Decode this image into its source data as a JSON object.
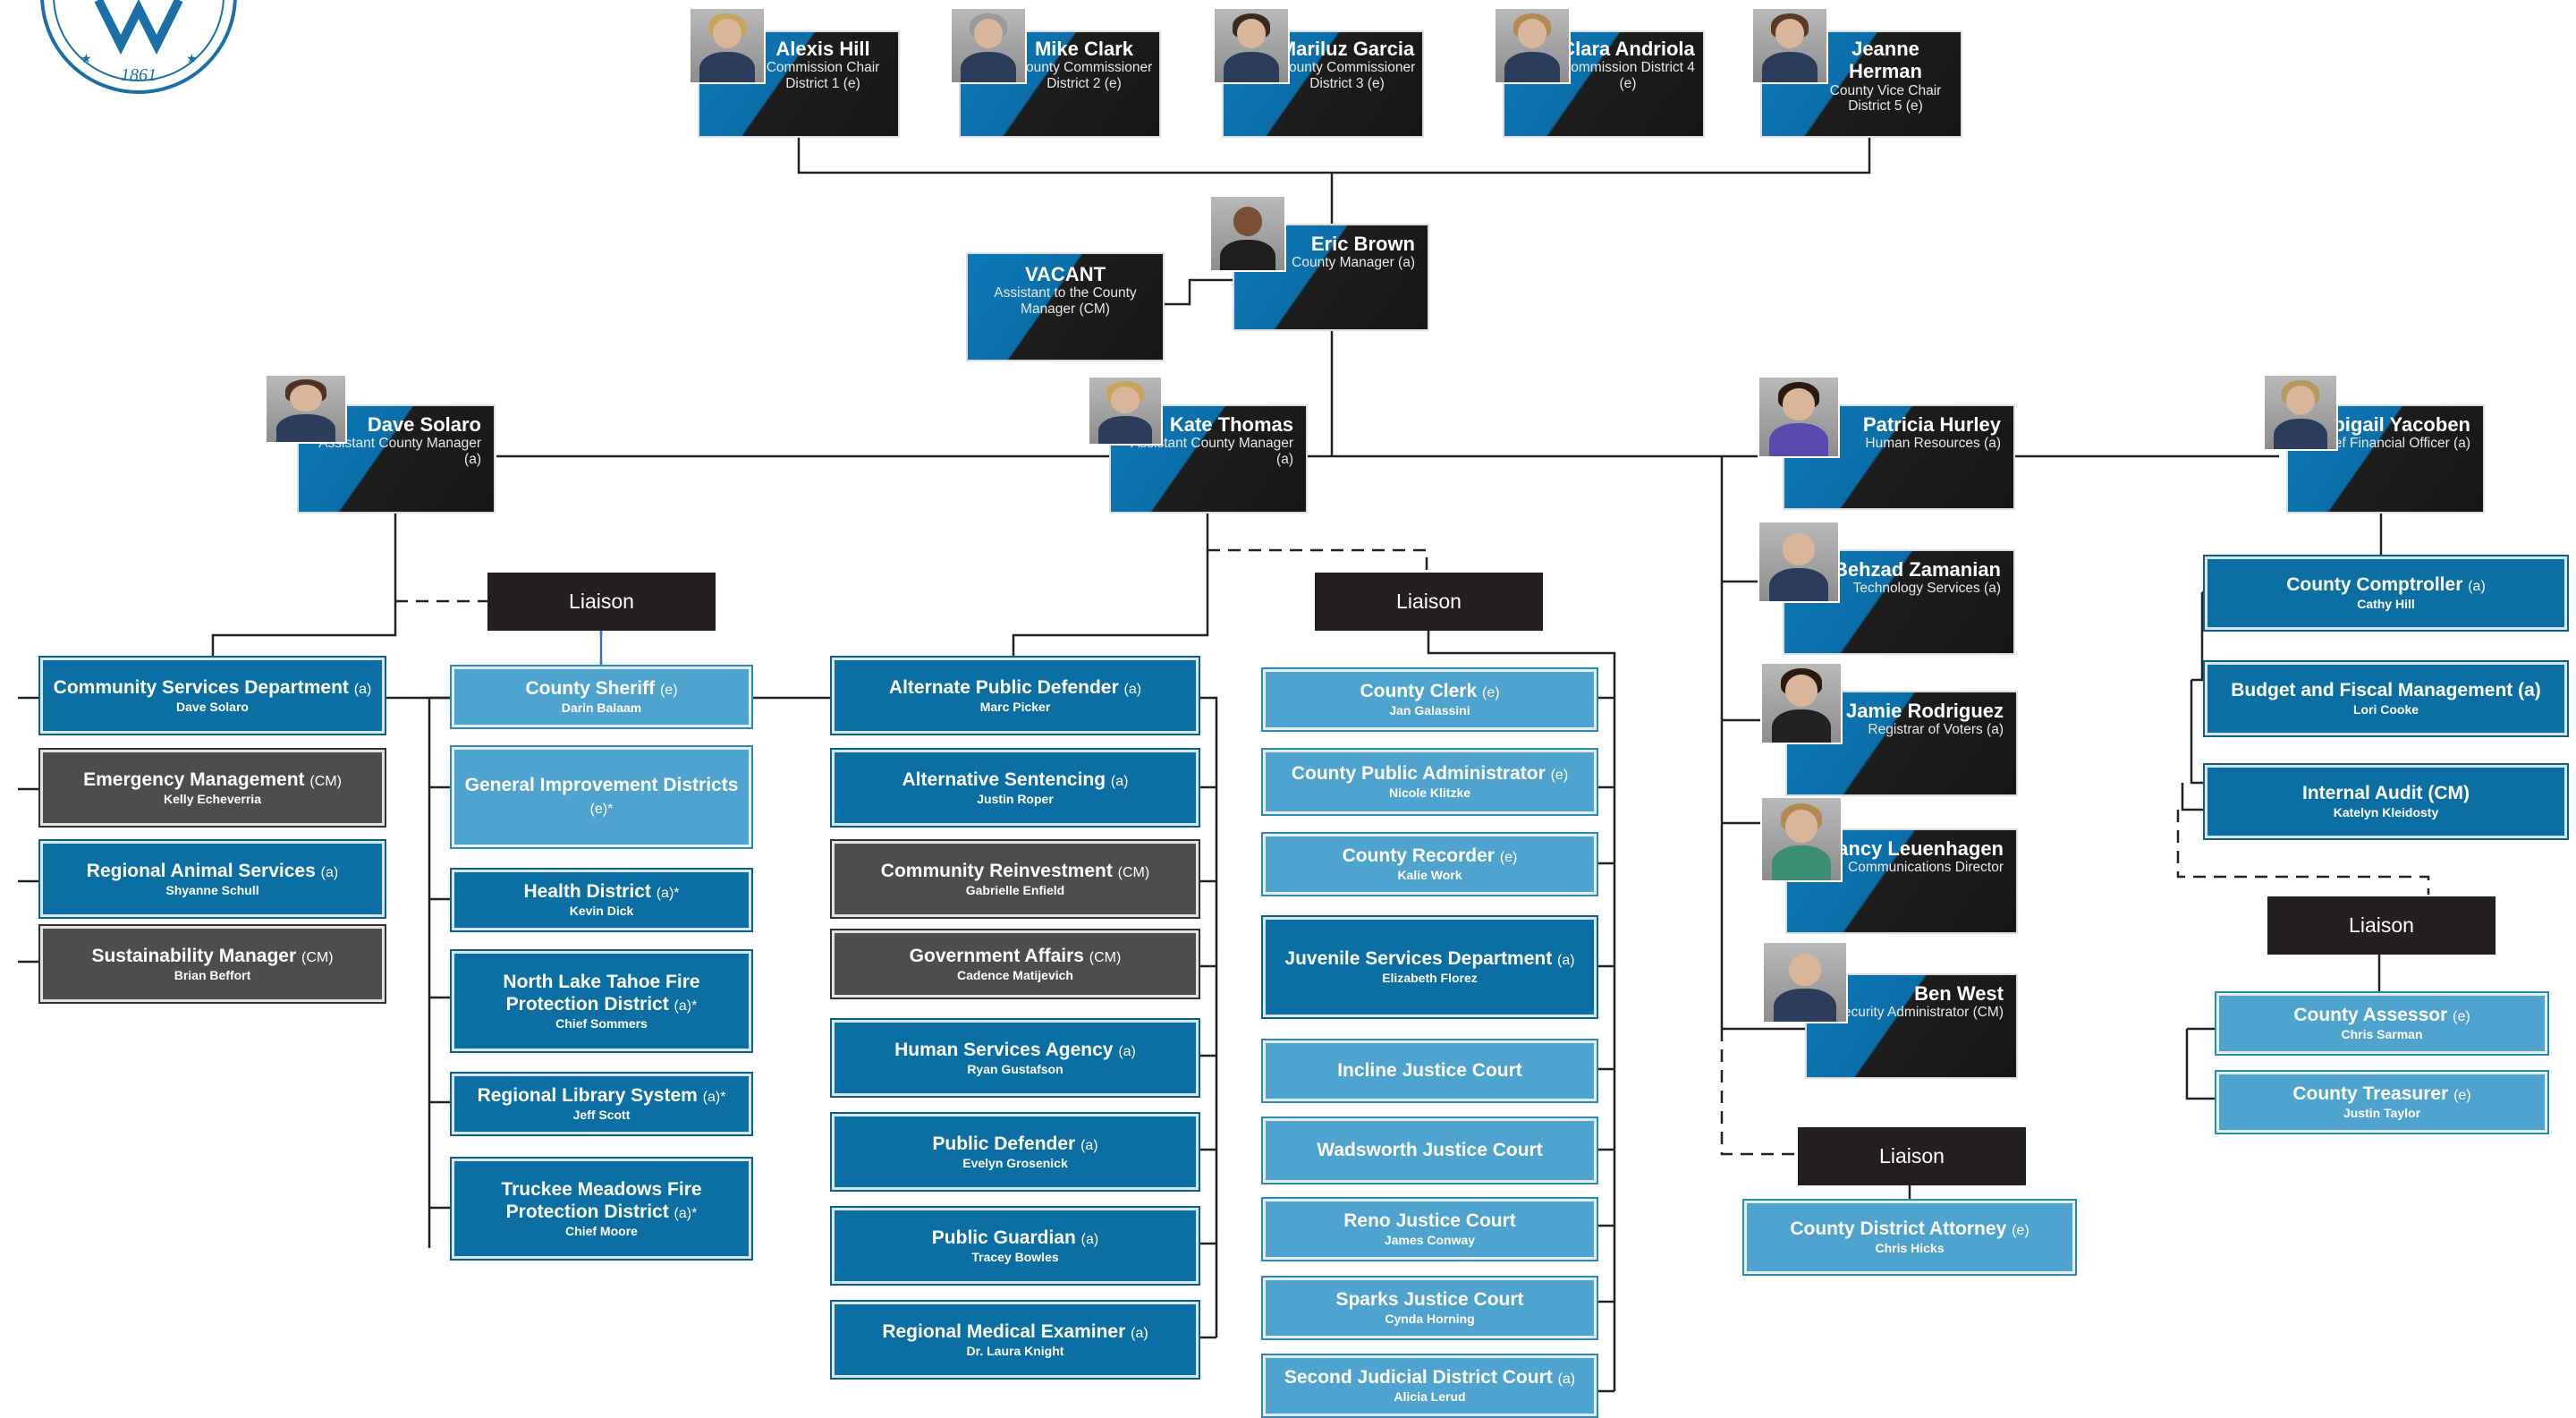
{
  "logo": {
    "year": "1861"
  },
  "commissioners": [
    {
      "name": "Alexis Hill",
      "title": "Commission Chair District 1 (e)"
    },
    {
      "name": "Mike Clark",
      "title": "County Commissioner District 2 (e)"
    },
    {
      "name": "Mariluz Garcia",
      "title": "County Commissioner District 3 (e)"
    },
    {
      "name": "Clara Andriola",
      "title": "Commission District 4 (e)"
    },
    {
      "name": "Jeanne Herman",
      "title": "County Vice Chair District 5 (e)"
    }
  ],
  "manager": {
    "name": "Eric Brown",
    "title": "County Manager (a)"
  },
  "vacant": {
    "name": "VACANT",
    "title": "Assistant to the County Manager (CM)"
  },
  "assistants": [
    {
      "name": "Dave Solaro",
      "title": "Assistant County Manager (a)"
    },
    {
      "name": "Kate Thomas",
      "title": "Assistant County Manager (a)"
    },
    {
      "name": "Abigail Yacoben",
      "title": "Chief Financial Officer (a)"
    }
  ],
  "directors": [
    {
      "name": "Patricia Hurley",
      "title": "Human Resources (a)"
    },
    {
      "name": "Behzad Zamanian",
      "title": "Technology Services (a)"
    },
    {
      "name": "Jamie Rodriguez",
      "title": "Registrar of Voters (a)"
    },
    {
      "name": "Nancy Leuenhagen",
      "title": "Communications Director"
    },
    {
      "name": "Ben West",
      "title": "Security Administrator (CM)"
    }
  ],
  "liaison_label": "Liaison",
  "solaro_depts": [
    {
      "title": "Community Services Department",
      "q": "(a)",
      "name": "Dave Solaro"
    },
    {
      "title": "Emergency Management",
      "q": "(CM)",
      "name": "Kelly Echeverria"
    },
    {
      "title": "Regional Animal Services",
      "q": "(a)",
      "name": "Shyanne Schull"
    },
    {
      "title": "Sustainability Manager",
      "q": "(CM)",
      "name": "Brian Beffort"
    }
  ],
  "solaro_liaison": [
    {
      "title": "County Sheriff",
      "q": "(e)",
      "name": "Darin Balaam"
    },
    {
      "title": "General Improvement Districts",
      "q": "(e)*",
      "name": ""
    },
    {
      "title": "Health District",
      "q": "(a)*",
      "name": "Kevin Dick"
    },
    {
      "title": "North Lake Tahoe Fire Protection District",
      "q": "(a)*",
      "name": "Chief Sommers"
    },
    {
      "title": "Regional Library System",
      "q": "(a)*",
      "name": "Jeff Scott"
    },
    {
      "title": "Truckee Meadows Fire Protection District",
      "q": "(a)*",
      "name": "Chief Moore"
    }
  ],
  "thomas_depts": [
    {
      "title": "Alternate Public Defender",
      "q": "(a)",
      "name": "Marc Picker"
    },
    {
      "title": "Alternative Sentencing",
      "q": "(a)",
      "name": "Justin Roper"
    },
    {
      "title": "Community Reinvestment",
      "q": "(CM)",
      "name": "Gabrielle Enfield"
    },
    {
      "title": "Government Affairs",
      "q": "(CM)",
      "name": "Cadence Matijevich"
    },
    {
      "title": "Human Services Agency",
      "q": "(a)",
      "name": "Ryan Gustafson"
    },
    {
      "title": "Public Defender",
      "q": "(a)",
      "name": "Evelyn Grosenick"
    },
    {
      "title": "Public Guardian",
      "q": "(a)",
      "name": "Tracey Bowles"
    },
    {
      "title": "Regional Medical Examiner",
      "q": "(a)",
      "name": "Dr. Laura Knight"
    }
  ],
  "thomas_liaison": [
    {
      "title": "County Clerk",
      "q": "(e)",
      "name": "Jan Galassini"
    },
    {
      "title": "County Public Administrator",
      "q": "(e)",
      "name": "Nicole Klitzke"
    },
    {
      "title": "County Recorder",
      "q": "(e)",
      "name": "Kalie Work"
    },
    {
      "title": "Juvenile Services Department",
      "q": "(a)",
      "name": "Elizabeth Florez"
    },
    {
      "title": "Incline Justice Court",
      "q": "",
      "name": ""
    },
    {
      "title": "Wadsworth Justice Court",
      "q": "",
      "name": ""
    },
    {
      "title": "Reno Justice Court",
      "q": "",
      "name": "James Conway"
    },
    {
      "title": "Sparks Justice Court",
      "q": "",
      "name": "Cynda Horning"
    },
    {
      "title": "Second Judicial District Court",
      "q": "(a)",
      "name": "Alicia Lerud"
    }
  ],
  "da_liaison": {
    "title": "County District Attorney",
    "q": "(e)",
    "name": "Chris Hicks"
  },
  "finance_depts": [
    {
      "title": "County Comptroller",
      "q": "(a)",
      "name": "Cathy Hill"
    },
    {
      "title": "Budget and Fiscal Management (a)",
      "q": "",
      "name": "Lori Cooke"
    },
    {
      "title": "Internal Audit (CM)",
      "q": "",
      "name": "Katelyn Kleidosty"
    }
  ],
  "finance_liaison": [
    {
      "title": "County Assessor",
      "q": "(e)",
      "name": "Chris Sarman"
    },
    {
      "title": "County Treasurer",
      "q": "(e)",
      "name": "Justin Taylor"
    }
  ],
  "colors": {
    "blue": "#0B6FA4",
    "light_blue": "#4FA3CF",
    "gray": "#4d4d4d",
    "black": "#231f20"
  }
}
